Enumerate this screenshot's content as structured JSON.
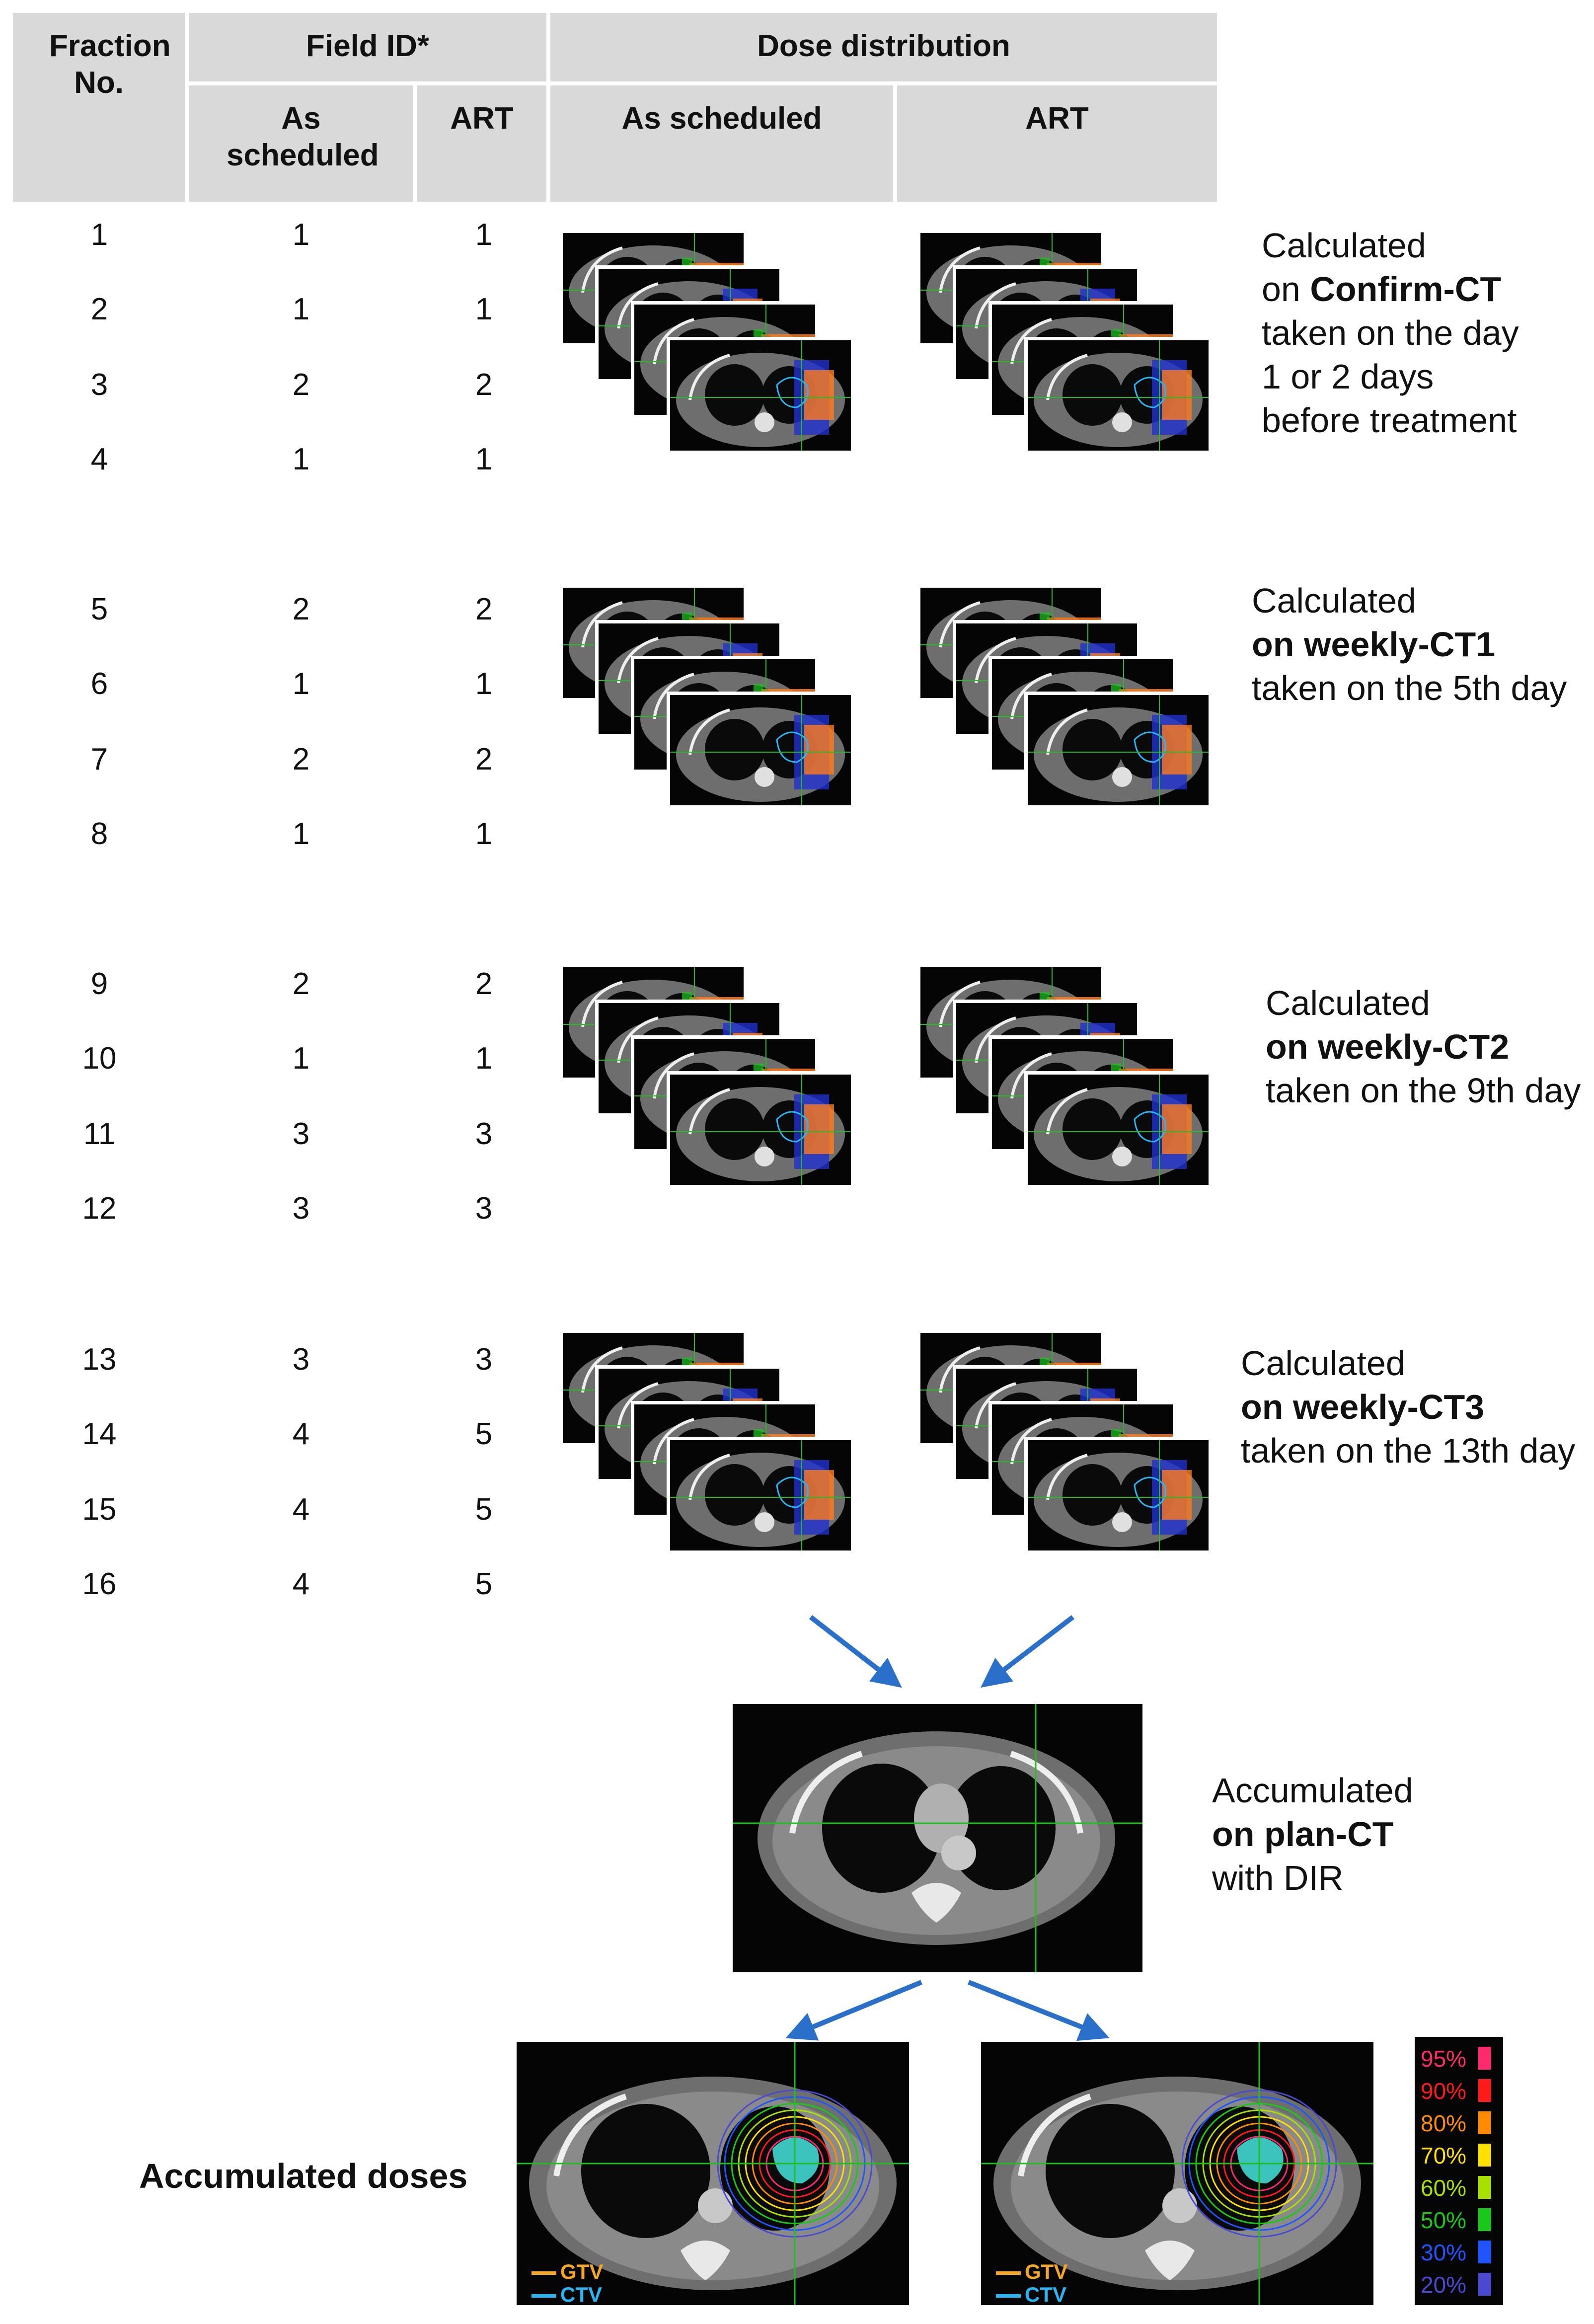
{
  "header": {
    "fraction_no": "Fraction No.",
    "field_id": "Field ID*",
    "dose_distribution": "Dose distribution",
    "as_scheduled": "As scheduled",
    "art": "ART",
    "dose_as_scheduled": "As scheduled",
    "dose_art": "ART"
  },
  "rows": [
    {
      "fraction": "1",
      "as_scheduled": "1",
      "art": "1"
    },
    {
      "fraction": "2",
      "as_scheduled": "1",
      "art": "1"
    },
    {
      "fraction": "3",
      "as_scheduled": "2",
      "art": "2"
    },
    {
      "fraction": "4",
      "as_scheduled": "1",
      "art": "1"
    },
    {
      "fraction": "5",
      "as_scheduled": "2",
      "art": "2"
    },
    {
      "fraction": "6",
      "as_scheduled": "1",
      "art": "1"
    },
    {
      "fraction": "7",
      "as_scheduled": "2",
      "art": "2"
    },
    {
      "fraction": "8",
      "as_scheduled": "1",
      "art": "1"
    },
    {
      "fraction": "9",
      "as_scheduled": "2",
      "art": "2"
    },
    {
      "fraction": "10",
      "as_scheduled": "1",
      "art": "1"
    },
    {
      "fraction": "11",
      "as_scheduled": "3",
      "art": "3"
    },
    {
      "fraction": "12",
      "as_scheduled": "3",
      "art": "3"
    },
    {
      "fraction": "13",
      "as_scheduled": "3",
      "art": "3"
    },
    {
      "fraction": "14",
      "as_scheduled": "4",
      "art": "5"
    },
    {
      "fraction": "15",
      "as_scheduled": "4",
      "art": "5"
    },
    {
      "fraction": "16",
      "as_scheduled": "4",
      "art": "5"
    }
  ],
  "notes": [
    {
      "l1": "Calculated",
      "l2a": "on ",
      "l2b": "Confirm-CT",
      "l3": "taken on the day",
      "l4": "1 or 2 days",
      "l5": "before treatment"
    },
    {
      "l1": "Calculated",
      "l2a": "",
      "l2b": "on weekly-CT1",
      "l3": "taken on the 5th day"
    },
    {
      "l1": "Calculated",
      "l2a": "",
      "l2b": "on weekly-CT2",
      "l3": "taken on the 9th day"
    },
    {
      "l1": "Calculated",
      "l2a": "",
      "l2b": "on weekly-CT3",
      "l3": "taken on the 13th day"
    }
  ],
  "accumulated": {
    "l1": "Accumulated",
    "l2": "on plan-CT",
    "l3": "with DIR"
  },
  "final_label": "Accumulated doses",
  "structures": {
    "gtv": "GTV",
    "ctv": "CTV",
    "gtv_color": "#f5a623",
    "ctv_color": "#29b6f6"
  },
  "legend": [
    {
      "pct": "95%",
      "color": "#ff2a6d"
    },
    {
      "pct": "90%",
      "color": "#ff1a1a"
    },
    {
      "pct": "80%",
      "color": "#ff8c00"
    },
    {
      "pct": "70%",
      "color": "#ffe000"
    },
    {
      "pct": "60%",
      "color": "#a8e000"
    },
    {
      "pct": "50%",
      "color": "#19c819"
    },
    {
      "pct": "30%",
      "color": "#1f55ff"
    },
    {
      "pct": "20%",
      "color": "#4a4ad0"
    }
  ]
}
